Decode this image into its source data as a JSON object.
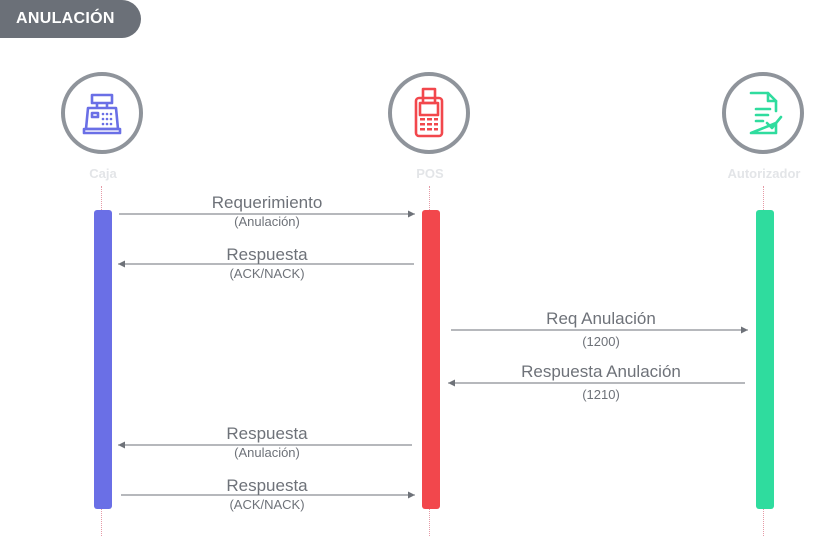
{
  "header": {
    "badge": "ANULACIÓN"
  },
  "actors": [
    {
      "name": "Caja",
      "icon": "cash-register-icon",
      "color": "#6a6fe6"
    },
    {
      "name": "POS",
      "icon": "pos-terminal-icon",
      "color": "#f2474c"
    },
    {
      "name": "Autorizador",
      "icon": "document-check-icon",
      "color": "#2fdc9e"
    }
  ],
  "messages": [
    {
      "from": "Caja",
      "to": "POS",
      "title": "Requerimiento",
      "sub": "(Anulación)"
    },
    {
      "from": "POS",
      "to": "Caja",
      "title": "Respuesta",
      "sub": "(ACK/NACK)"
    },
    {
      "from": "POS",
      "to": "Autorizador",
      "title": "Req Anulación",
      "sub": "(1200)"
    },
    {
      "from": "Autorizador",
      "to": "POS",
      "title": "Respuesta Anulación",
      "sub": "(1210)"
    },
    {
      "from": "POS",
      "to": "Caja",
      "title": "Respuesta",
      "sub": "(Anulación)"
    },
    {
      "from": "Caja",
      "to": "POS",
      "title": "Respuesta",
      "sub": "(ACK/NACK)"
    }
  ]
}
